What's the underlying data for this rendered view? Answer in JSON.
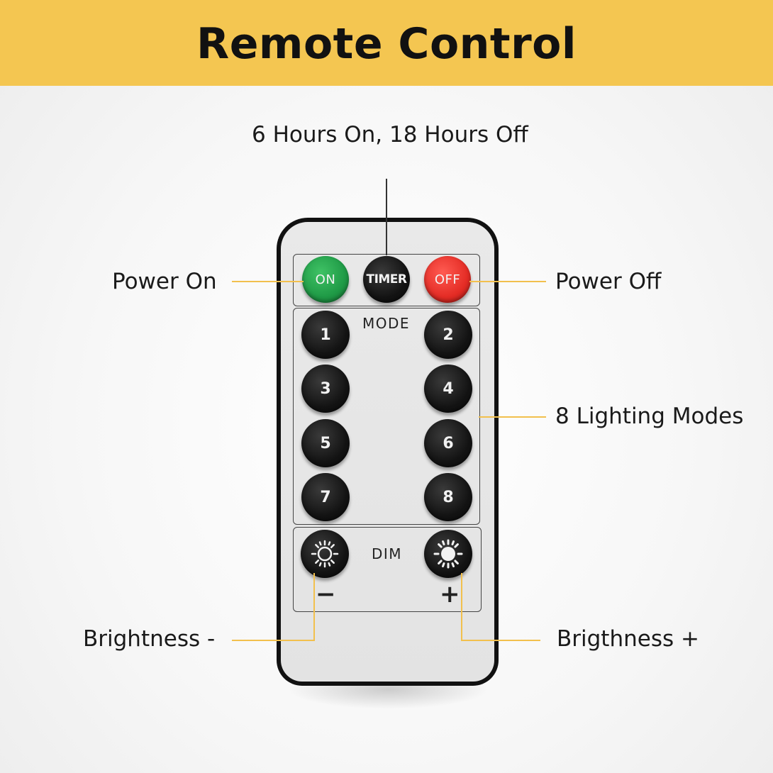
{
  "header": {
    "title": "Remote Control"
  },
  "callouts": {
    "timer": "6 Hours On, 18 Hours Off",
    "power_on": "Power On",
    "power_off": "Power Off",
    "modes": "8 Lighting Modes",
    "brightness_down": "Brightness -",
    "brightness_up": "Brigthness +"
  },
  "remote": {
    "top_buttons": {
      "on": "ON",
      "timer": "TIMER",
      "off": "OFF"
    },
    "mode_caption": "MODE",
    "mode_buttons": [
      "1",
      "2",
      "3",
      "4",
      "5",
      "6",
      "7",
      "8"
    ],
    "dim_caption": "DIM",
    "minus_sign": "−",
    "plus_sign": "+"
  },
  "colors": {
    "banner": "#f4c651",
    "callout_line": "#f2c04d",
    "on_button": "#1f9a46",
    "off_button": "#e42c25",
    "button_dark": "#141414"
  },
  "icons": [
    "sun-dim-icon",
    "sun-bright-icon"
  ]
}
